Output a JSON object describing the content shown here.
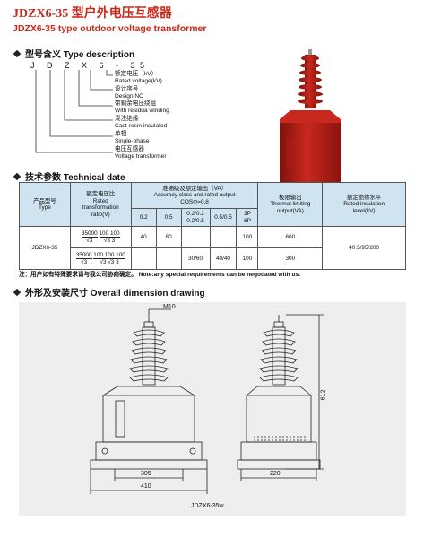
{
  "title": {
    "cn": "JDZX6-35 型户外电压互感器",
    "en": "JDZX6-35 type outdoor voltage transformer"
  },
  "model_section": {
    "heading": "型号含义 Type description",
    "code": "J D Z X 6 - 35",
    "descriptions": [
      {
        "cn": "额定电压（kV）",
        "en": "Rated voltage(kV)"
      },
      {
        "cn": "设计序号",
        "en": "Design NO"
      },
      {
        "cn": "带剩余电压绕组",
        "en": "With residua winding"
      },
      {
        "cn": "浇注绝缘",
        "en": "Cast-resin insulated"
      },
      {
        "cn": "单相",
        "en": "Single-phase"
      },
      {
        "cn": "电压互感器",
        "en": "Voltage transformer"
      }
    ]
  },
  "tech_section": {
    "heading": "技术参数 Technical date",
    "table": {
      "type_header": {
        "cn": "产品型号",
        "en": "Type"
      },
      "ratio_header": {
        "cn": "额定电压比",
        "en1": "Rated",
        "en2": "transformation",
        "en3": "ratio(V)"
      },
      "accuracy_header": {
        "cn": "准确级及额定输出（VA）",
        "en": "Accuracy class and rated output",
        "cos": "COSΦ=0.8"
      },
      "thermal_header": {
        "cn": "极限输出",
        "en1": "Thermal limiting",
        "en2": "output(VA)"
      },
      "insulation_header": {
        "cn": "额定绝缘水平",
        "en1": "Rated insulation",
        "en2": "level(kV)"
      },
      "accuracy_cols": [
        "0.2",
        "0.5",
        "0.2/0.2\n0.2/0.5",
        "0.5/0.5",
        "3P\n6P"
      ],
      "model": "JDZX6-35",
      "row1": {
        "ratio_num": "35000",
        "ratio_den": "√3",
        "ratio_rest": "100  100",
        "ratio_den2": "√3   3",
        "values": [
          "40",
          "80",
          "",
          "",
          "100"
        ],
        "thermal": "600"
      },
      "row2": {
        "ratio_num": "35000",
        "ratio_den": "√3",
        "ratio_rest": "100  100  100",
        "ratio_den2": "√3   √3   3",
        "values": [
          "",
          "",
          "30/60",
          "40/40",
          "100"
        ],
        "thermal": "300"
      },
      "insulation": "40.5/95/200"
    },
    "note": "注：用户如有特殊要求请与我公司协商确定。 Note:any special requirements can be negotiated with us."
  },
  "drawing_section": {
    "heading": "外形及安装尺寸 Overall dimension drawing",
    "dims": {
      "bolt": "M10",
      "base_inner": "305",
      "base_outer": "410",
      "side_width": "220",
      "height": "612"
    },
    "label": "JDZX6-35w"
  },
  "colors": {
    "title_red": "#c8291a",
    "product_red": "#b41c14",
    "table_header": "#cfe3f1",
    "drawing_bg": "#eeeeee"
  }
}
